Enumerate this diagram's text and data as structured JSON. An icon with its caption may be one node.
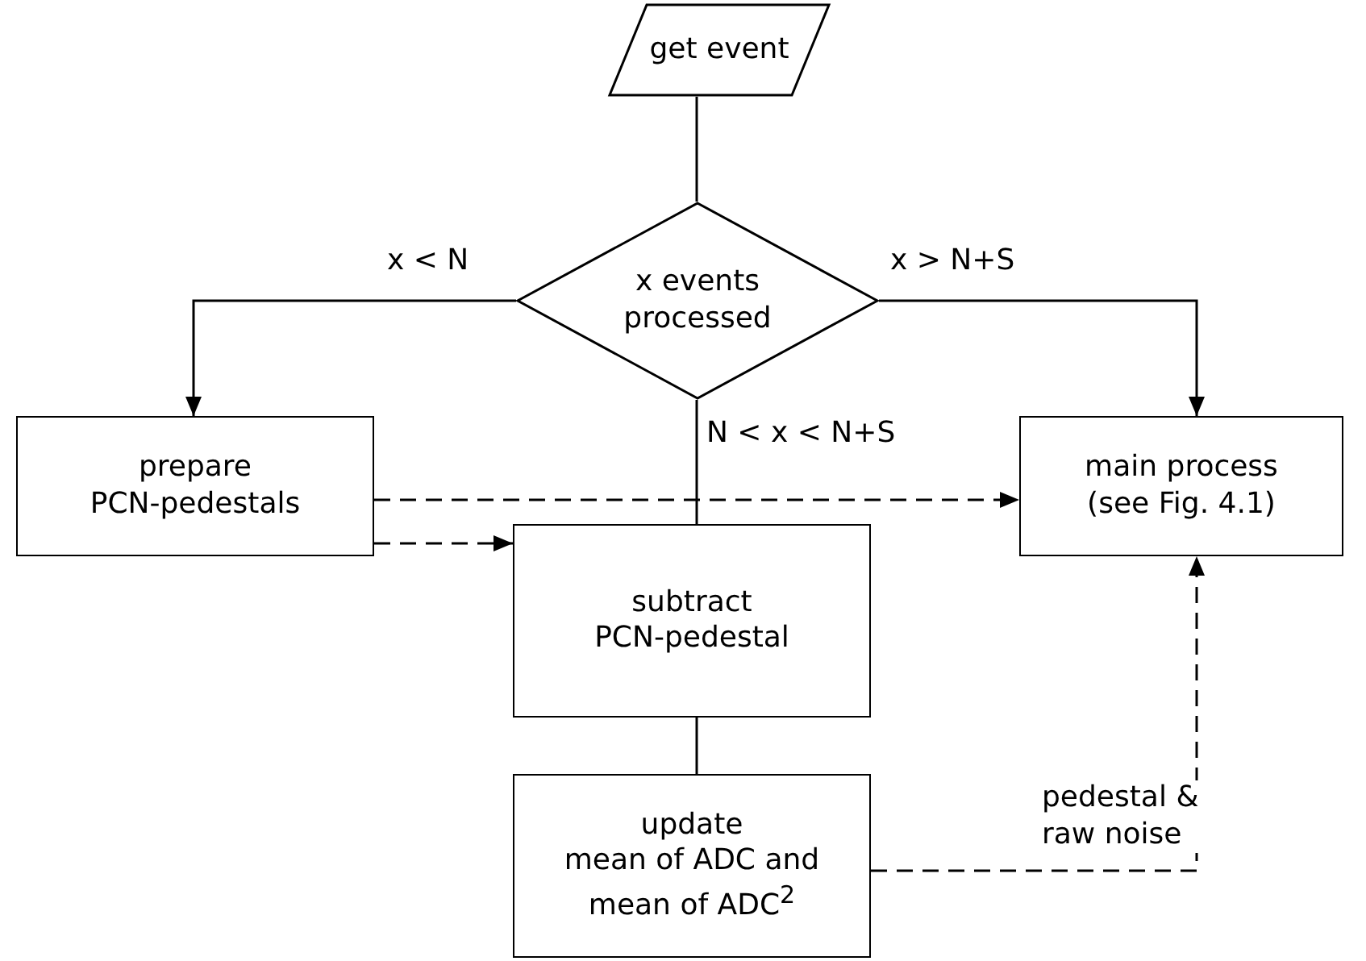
{
  "diagram": {
    "nodes": [
      {
        "text": [
          "get event"
        ]
      },
      {
        "text": [
          "x events processed"
        ]
      },
      {
        "text": [
          "prepare PCN-pedestals"
        ]
      },
      {
        "text": [
          "main process (see Fig. 4.1)"
        ]
      },
      {
        "text": [
          "subtract PCN-pedestal"
        ]
      },
      {
        "text": [
          "update",
          "mean of ADC and mean of ADC$^{2}$"
        ]
      }
    ],
    "edges": [
      {
        "from": 0,
        "to": 1,
        "arrow": "none"
      },
      {
        "from": 1,
        "to": 2,
        "arrow": "to",
        "label": "x < N"
      },
      {
        "from": 1,
        "to": 3,
        "arrow": "to",
        "label": "x > N+S"
      },
      {
        "from": 1,
        "to": 4,
        "arrow": "none",
        "label": "N < x < N+S"
      },
      {
        "from": 2,
        "to": 3,
        "arrow": "to",
        "style": "dashed"
      },
      {
        "from": 2,
        "to": 4,
        "arrow": "to",
        "style": "dashed"
      },
      {
        "from": 4,
        "to": 5,
        "arrow": "none"
      },
      {
        "from": 5,
        "to": 3,
        "arrow": "to",
        "style": "dashed",
        "label": "pedestal & raw noise"
      }
    ]
  }
}
